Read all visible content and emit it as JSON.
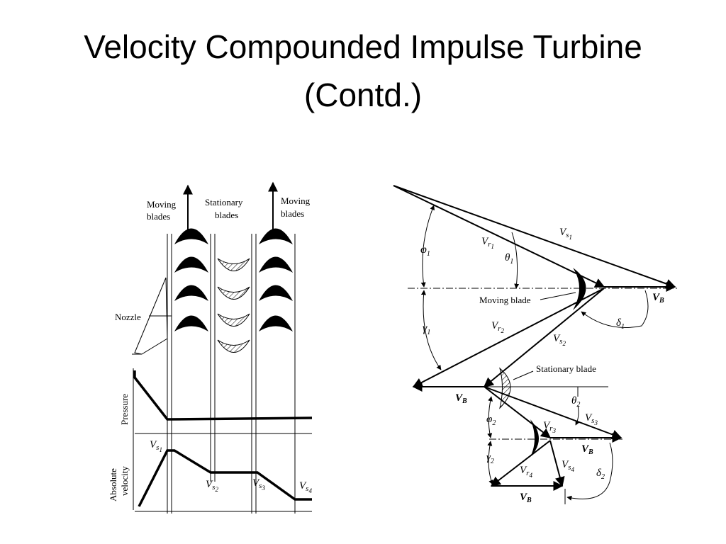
{
  "slide": {
    "title_line1": "Velocity Compounded Impulse Turbine",
    "title_line2": "(Contd.)"
  },
  "left_diagram": {
    "moving_blades_1": [
      "Moving",
      "blades"
    ],
    "stationary_blades": [
      "Stationary",
      "blades"
    ],
    "moving_blades_2": [
      "Moving",
      "blades"
    ],
    "nozzle": "Nozzle",
    "pressure_axis": "Pressure",
    "velocity_axis": [
      "Absolute",
      "velocity"
    ],
    "velocity_labels": [
      {
        "base": "V",
        "sub": "s",
        "subsub": "1"
      },
      {
        "base": "V",
        "sub": "s",
        "subsub": "2"
      },
      {
        "base": "V",
        "sub": "s",
        "subsub": "3"
      },
      {
        "base": "V",
        "sub": "s",
        "subsub": "4"
      }
    ]
  },
  "right_diagram": {
    "moving_blade": "Moving blade",
    "stationary_blade": "Stationary blade",
    "symbols": {
      "phi1": "φ",
      "phi1_sub": "1",
      "theta1": "θ",
      "theta1_sub": "1",
      "gamma1": "γ",
      "gamma1_sub": "1",
      "delta1": "δ",
      "delta1_sub": "1",
      "theta2": "θ",
      "theta2_sub": "2",
      "phi2": "φ",
      "phi2_sub": "2",
      "gamma2": "γ",
      "gamma2_sub": "2",
      "delta2": "δ",
      "delta2_sub": "2"
    },
    "velocities": {
      "vr1": {
        "base": "V",
        "sub": "r",
        "subsub": "1"
      },
      "vs1": {
        "base": "V",
        "sub": "s",
        "subsub": "1"
      },
      "vr2": {
        "base": "V",
        "sub": "r",
        "subsub": "2"
      },
      "vs2": {
        "base": "V",
        "sub": "s",
        "subsub": "2"
      },
      "vr3": {
        "base": "V",
        "sub": "r",
        "subsub": "3"
      },
      "vs3": {
        "base": "V",
        "sub": "s",
        "subsub": "3"
      },
      "vr4": {
        "base": "V",
        "sub": "r",
        "subsub": "4"
      },
      "vs4": {
        "base": "V",
        "sub": "s",
        "subsub": "4"
      },
      "vb": {
        "base": "V",
        "sub": "B"
      }
    }
  }
}
